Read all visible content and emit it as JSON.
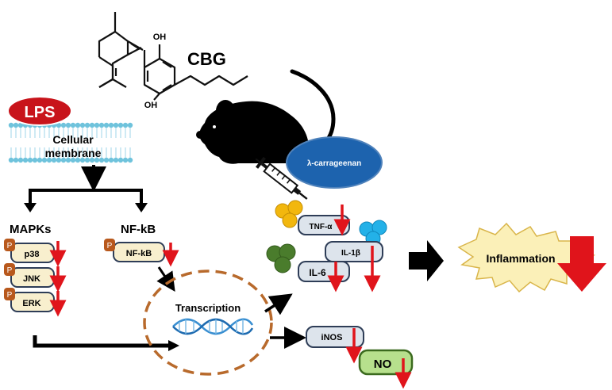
{
  "molecule": {
    "name": "CBG",
    "substituents": [
      "OH",
      "OH"
    ]
  },
  "stimulus": {
    "lps": "LPS",
    "membrane_label": "Cellular membrane",
    "membrane_label_lines": [
      "Cellular",
      "membrane"
    ]
  },
  "mouse_model": {
    "agent": "λ-carrageenan"
  },
  "pathways": {
    "mapk_title": "MAPKs",
    "nfkb_title": "NF-kB",
    "phospho_mark": "P",
    "mapk_items": [
      "p38",
      "JNK",
      "ERK"
    ],
    "nfkb_item": "NF-kB"
  },
  "nucleus": {
    "label": "Transcription"
  },
  "cytokines": [
    "TNF-α",
    "IL-1β",
    "IL-6"
  ],
  "mediators": {
    "inos": "iNOS",
    "no": "NO"
  },
  "outcome": {
    "label": "Inflammation"
  },
  "colors": {
    "lps_red": "#c8141b",
    "membrane_blue": "#6fc3dc",
    "box_fill": "#f8efce",
    "box_stroke": "#2e3d57",
    "phospho_fill": "#b8581c",
    "down_arrow": "#e0141b",
    "nucleus_dash": "#b86a2c",
    "dna_blue": "#3a8fd1",
    "carrageenan_fill": "#1d63ae",
    "cytokine_fill": "#dde4ec",
    "no_fill": "#b7e08d",
    "no_stroke": "#3b6a1e",
    "burst_fill": "#fbf0b8",
    "burst_stroke": "#d9b54a",
    "gold_dots": "#f2b70e",
    "blue_dots": "#23b1e8",
    "green_dots": "#4a7c2c"
  },
  "icons": [
    "cbg-structure",
    "mouse-silhouette",
    "syringe-icon",
    "dna-helix-icon",
    "down-arrow-icon",
    "right-arrow-icon"
  ]
}
